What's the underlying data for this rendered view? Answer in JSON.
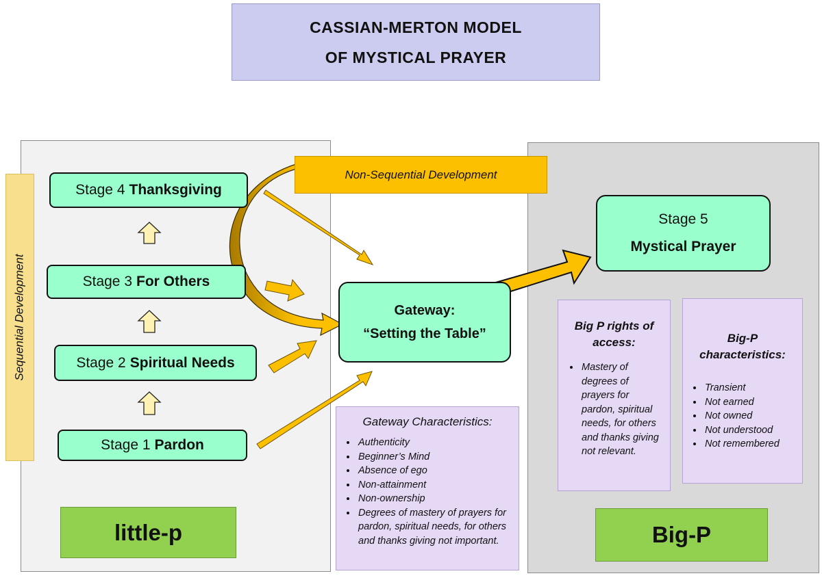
{
  "title": {
    "line1": "CASSIAN-MERTON  MODEL",
    "line2": "OF MYSTICAL  PRAYER"
  },
  "sequential_label": "Sequential Development",
  "non_sequential_label": "Non-Sequential Development",
  "stages": [
    {
      "prefix": "Stage 4",
      "name": "Thanksgiving"
    },
    {
      "prefix": "Stage 3",
      "name": "For Others"
    },
    {
      "prefix": "Stage 2",
      "name": "Spiritual Needs"
    },
    {
      "prefix": "Stage 1",
      "name": "Pardon"
    }
  ],
  "gateway": {
    "line1": "Gateway:",
    "line2": "“Setting the Table”"
  },
  "stage5": {
    "line1": "Stage 5",
    "line2": "Mystical Prayer"
  },
  "gateway_characteristics": {
    "title": "Gateway  Characteristics:",
    "items": [
      "Authenticity",
      "Beginner’s Mind",
      "Absence of ego",
      "Non-attainment",
      "Non-ownership",
      "Degrees  of mastery of prayers for pardon,  spiritual needs, for others and thanks giving not important."
    ]
  },
  "big_p_rights": {
    "title_line1": "Big P rights of",
    "title_line2": "access:",
    "items": [
      "Mastery of degrees of prayers for pardon, spiritual needs, for others and thanks giving not relevant."
    ]
  },
  "big_p_characteristics": {
    "title_line1": "Big-P",
    "title_line2": "characteristics:",
    "items": [
      "Transient",
      "Not earned",
      "Not owned",
      "Not understood",
      "Not remembered"
    ]
  },
  "little_p_label": "little-p",
  "big_p_label": "Big-P",
  "colors": {
    "stage_fill": "#99ffcc",
    "arrow_fill": "#fcc000",
    "up_arrow_fill": "#fff2b3",
    "title_fill": "#ccccf0",
    "label_fill": "#92d050",
    "note_fill": "#e6d9f5"
  }
}
